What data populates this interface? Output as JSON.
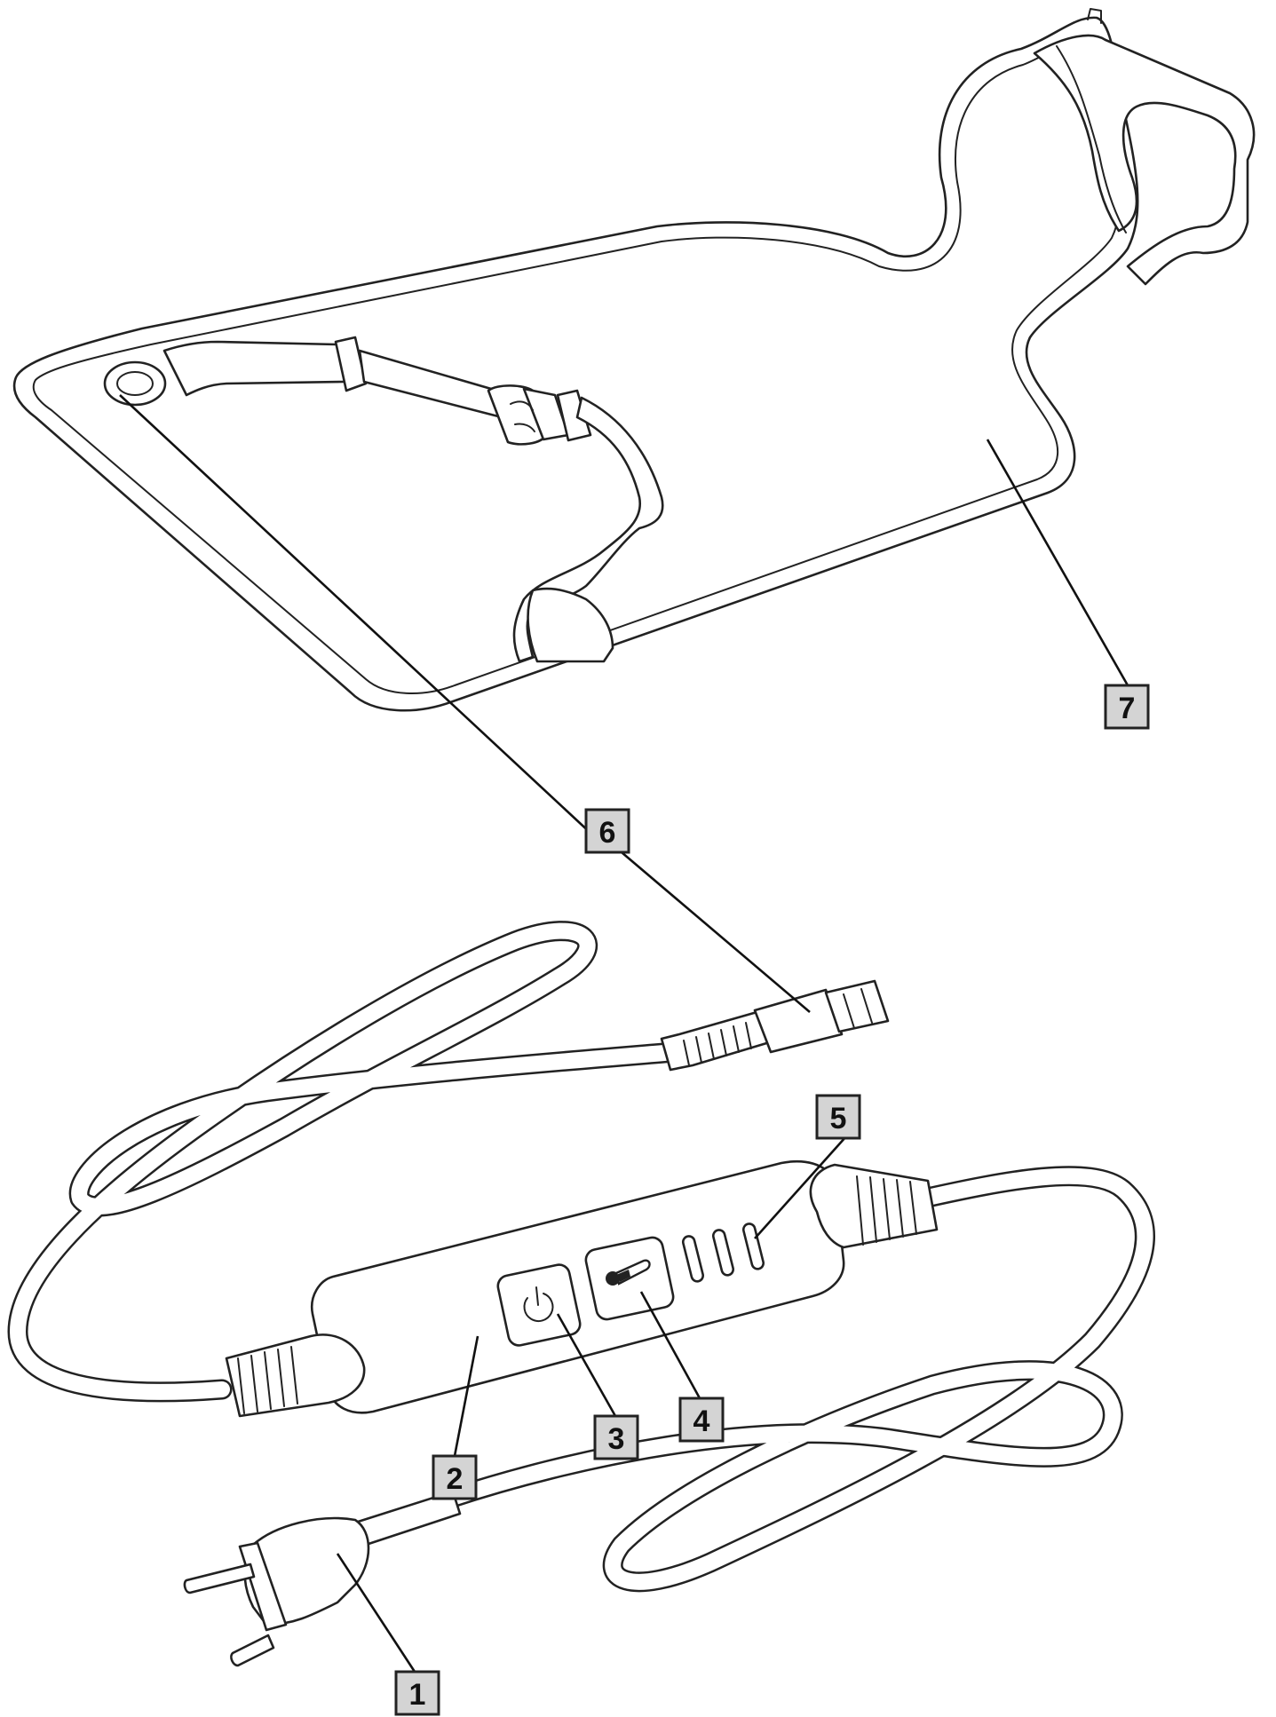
{
  "callouts": [
    {
      "id": "1",
      "label": "1"
    },
    {
      "id": "2",
      "label": "2"
    },
    {
      "id": "3",
      "label": "3"
    },
    {
      "id": "4",
      "label": "4"
    },
    {
      "id": "5",
      "label": "5"
    },
    {
      "id": "6",
      "label": "6"
    },
    {
      "id": "7",
      "label": "7"
    }
  ],
  "colors": {
    "line": "#222222",
    "callout_fill": "#d4d4d4",
    "background": "#ffffff"
  },
  "icons": {
    "power_button": "power-icon",
    "temperature_button": "thermometer-icon"
  }
}
